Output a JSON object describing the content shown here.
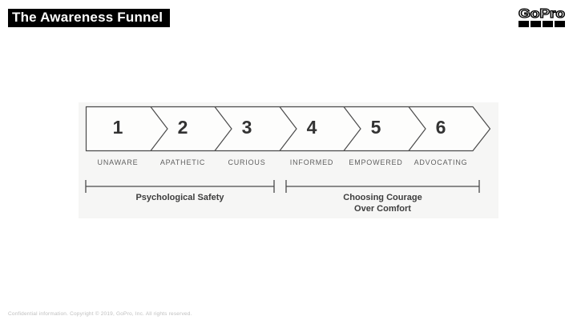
{
  "slide": {
    "title": "The Awareness Funnel",
    "footer": "Confidential information. Copyright © 2019, GoPro, Inc. All rights reserved."
  },
  "logo": {
    "wordmark": "GoPro",
    "squares": 4
  },
  "funnel": {
    "stages": [
      {
        "number": "1",
        "label": "UNAWARE"
      },
      {
        "number": "2",
        "label": "APATHETIC"
      },
      {
        "number": "3",
        "label": "CURIOUS"
      },
      {
        "number": "4",
        "label": "INFORMED"
      },
      {
        "number": "5",
        "label": "EMPOWERED"
      },
      {
        "number": "6",
        "label": "ADVOCATING"
      }
    ],
    "groups": [
      {
        "stages": "1-3",
        "line1": "Psychological Safety",
        "line2": ""
      },
      {
        "stages": "4-6",
        "line1": "Choosing Courage",
        "line2": "Over Comfort"
      }
    ],
    "colors": {
      "panel_background": "#f6f6f5",
      "band_fill": "#fdfdfc",
      "band_outline": "#4a4a4a",
      "number_text": "#333333",
      "stage_label_text": "#5f5f5f",
      "group_label_text": "#3d3d3d",
      "title_background": "#000000",
      "title_text": "#ffffff",
      "footer_text": "#bfbfbf"
    }
  }
}
